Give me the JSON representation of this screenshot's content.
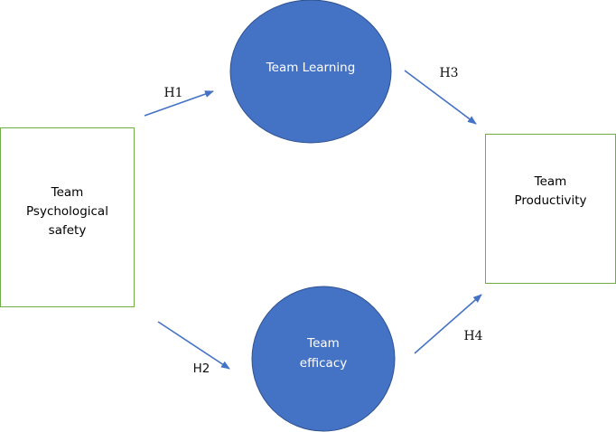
{
  "diagram": {
    "title": "",
    "colors": {
      "circle_fill": "#4472c4",
      "circle_stroke": "#2f528f",
      "box_border": "#70ad47",
      "arrow": "#4472c4"
    },
    "nodes": {
      "psych_safety": {
        "shape": "rectangle",
        "lines": [
          "Team",
          "Psychological",
          "safety"
        ]
      },
      "learning": {
        "shape": "circle",
        "lines": [
          "Team Learning"
        ]
      },
      "efficacy": {
        "shape": "circle",
        "lines": [
          "Team",
          "efficacy"
        ]
      },
      "productivity": {
        "shape": "rectangle",
        "lines": [
          "Team",
          "Productivity"
        ]
      }
    },
    "edges": [
      {
        "id": "H1",
        "label": "H1",
        "from": "psych_safety",
        "to": "learning"
      },
      {
        "id": "H2",
        "label": "H2",
        "from": "psych_safety",
        "to": "efficacy"
      },
      {
        "id": "H3",
        "label": "H3",
        "from": "learning",
        "to": "productivity"
      },
      {
        "id": "H4",
        "label": "H4",
        "from": "efficacy",
        "to": "productivity"
      }
    ]
  }
}
